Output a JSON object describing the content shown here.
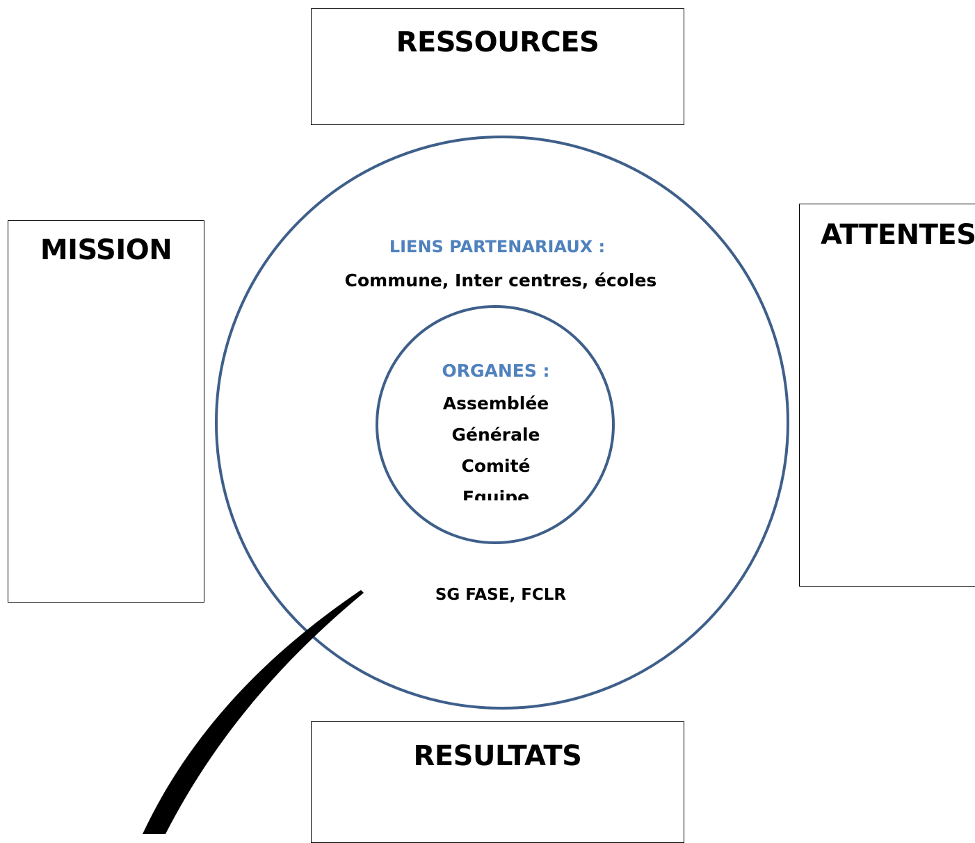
{
  "boxes": {
    "ressources": "RESSOURCES",
    "mission": "MISSION",
    "attentes": "ATTENTES",
    "resultats": "RESULTATS"
  },
  "outer_circle": {
    "heading": "LIENS PARTENARIAUX :",
    "body": "Commune, Inter centres, écoles",
    "bottom": "SG FASE, FCLR"
  },
  "inner_circle": {
    "heading": "ORGANES :",
    "lines": [
      "Assemblée",
      "Générale",
      "Comité",
      "Equipe"
    ]
  },
  "colors": {
    "circle_stroke": "#3e5f8a",
    "accent_text": "#4f81bd",
    "text": "#000000"
  }
}
